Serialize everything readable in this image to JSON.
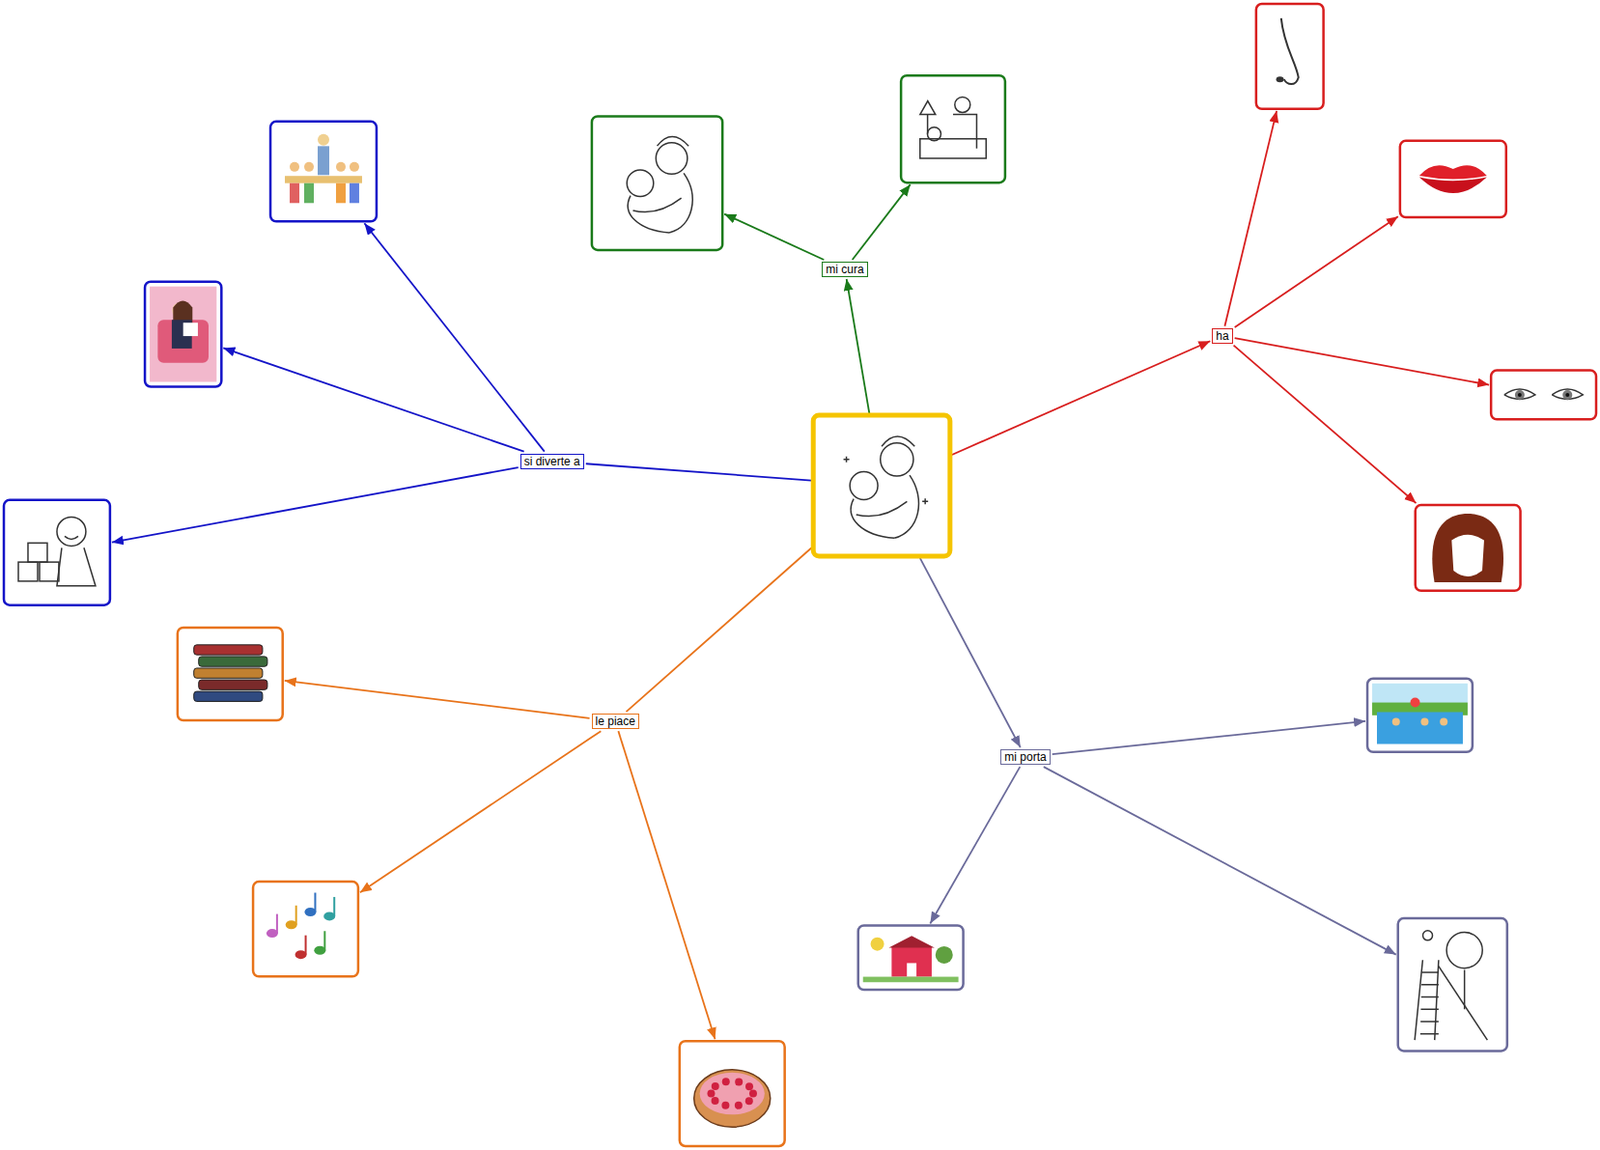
{
  "diagram": {
    "nodes": [
      {
        "text": [
          "mi cura"
        ]
      },
      {
        "text": [
          "ha"
        ]
      },
      {
        "text": [
          "si diverte a"
        ]
      },
      {
        "text": [
          "le piace"
        ]
      },
      {
        "text": [
          "mi porta"
        ]
      }
    ]
  }
}
